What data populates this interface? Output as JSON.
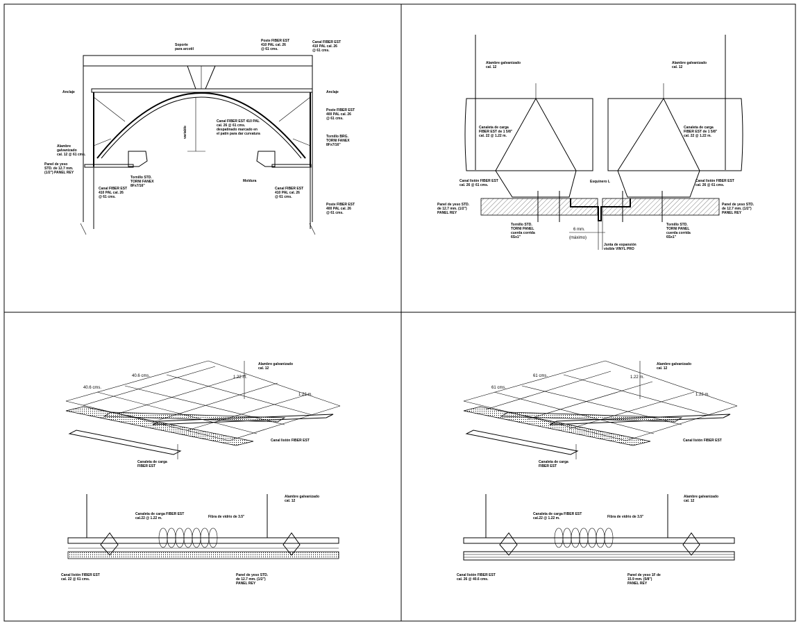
{
  "panels": {
    "p1": {
      "labels": {
        "soporte": "Soporte\npara arcotil",
        "poste_top": "Poste FIBER EST\n410 PAL cal. 26\n@ 61 cms.",
        "canal_top": "Canal FIBER EST\n410 PAL cal. 26\n@ 61 cms.",
        "anclaje_l": "Anclaje",
        "anclaje_r": "Anclaje",
        "poste_r1": "Poste FIBER EST\n400 PAL cal. 26\n@ 61 cms.",
        "canal_mid": "Canal FIBER EST 410 PAL\ncal. 26 @ 61 cms.\ndespatinado marcado en\nel patín para dar curvatura",
        "variable": "variable",
        "tornillo_r": "Tornillo BRG.\nTORNI FANEX\n8Fx7/16\"",
        "alambre": "Alambre\ngalvanizado\ncal. 12 @ 61 cms.",
        "panel_l": "Panel de yeso\nSTD. de 12.7 mm.\n(1/2\") PANEL REY",
        "tornillo_l": "Tornillo STD.\nTORNI FANEX\n8Fx7/16\"",
        "moldura": "Moldura",
        "canal_bl": "Canal FIBER EST\n410 PAL cal. 26\n@ 61 cms.",
        "canal_br": "Canal FIBER EST\n410 PAL cal. 26\n@ 61 cms.",
        "poste_r2": "Poste FIBER EST\n400 PAL cal. 26\n@ 61 cms."
      }
    },
    "p2": {
      "labels": {
        "alambre_l": "Alambre galvanizado\ncal. 12",
        "alambre_r": "Alambre galvanizado\ncal. 12",
        "canaleta_l": "Canaleta de carga\nFIBER EST de 1 5/8\"\ncal. 22 @ 1.22 m.",
        "canaleta_r": "Canaleta de carga\nFIBER EST de 1 5/8\"\ncal. 22 @ 1.22 m.",
        "canal_listón_l": "Canal listón FIBER EST\ncal. 26 @ 61 cms.",
        "esquinero": "Esquinero L",
        "canal_listón_r": "Canal listón FIBER EST\ncal. 26 @ 61 cms.",
        "panel_l": "Panel de yeso STD.\nde 12.7 mm. (1/2\")\nPANEL REY",
        "panel_r": "Panel de yeso STD.\nde 12.7 mm. (1/2\")\nPANEL REY",
        "tornillo_l": "Tornillo STD.\nTORNI PANEL\ncuerda corrida\n6Sx1\"",
        "dim": "6 mm.",
        "dim2": "(máximo)",
        "tornillo_r": "Tornillo STD.\nTORNI PANEL\ncuerda corrida\n6Sx1\"",
        "junta": "Junta de expansión\nvisible VINYL PRO"
      }
    },
    "p3": {
      "labels": {
        "d1": "40.6 cms.",
        "d2": "40.6 cms.",
        "d3": "1.22 m.",
        "d4": "1.22 m.",
        "alambre": "Alambre galvanizado\ncal. 12",
        "canal_listón": "Canal listón FIBER EST",
        "canaleta": "Canaleta de carga\nFIBER EST",
        "alambre2": "Alambre galvanizado\ncal. 12",
        "canaleta2": "Canaleta de carga FIBER EST\ncal.22 @ 1.22 m.",
        "fibra": "Fibra de vidrio de 3.5\"",
        "canal2": "Canal listón FIBER EST\ncal. 22 @ 61 cms.",
        "panel2": "Panel de yeso STD.\nde 12.7 mm. (1/2\")\nPANEL REY"
      }
    },
    "p4": {
      "labels": {
        "d1": "61 cms.",
        "d2": "61 cms.",
        "d3": "1.22 m.",
        "d4": "1.22 m.",
        "alambre": "Alambre galvanizado\ncal. 12",
        "canal_listón": "Canal listón FIBER EST",
        "canaleta": "Canaleta de carga\nFIBER EST",
        "alambre2": "Alambre galvanizado\ncal. 12",
        "canaleta2": "Canaleta de carga FIBER EST\ncal.22 @ 1.22 m.",
        "fibra": "Fibra de vidrio de 3.5\"",
        "canal2": "Canal listón FIBER EST\ncal. 26 @ 40.6 cms.",
        "panel2": "Panel de yeso 1F de\n15.9 mm. (5/8\")\nPANEL REY"
      }
    }
  }
}
